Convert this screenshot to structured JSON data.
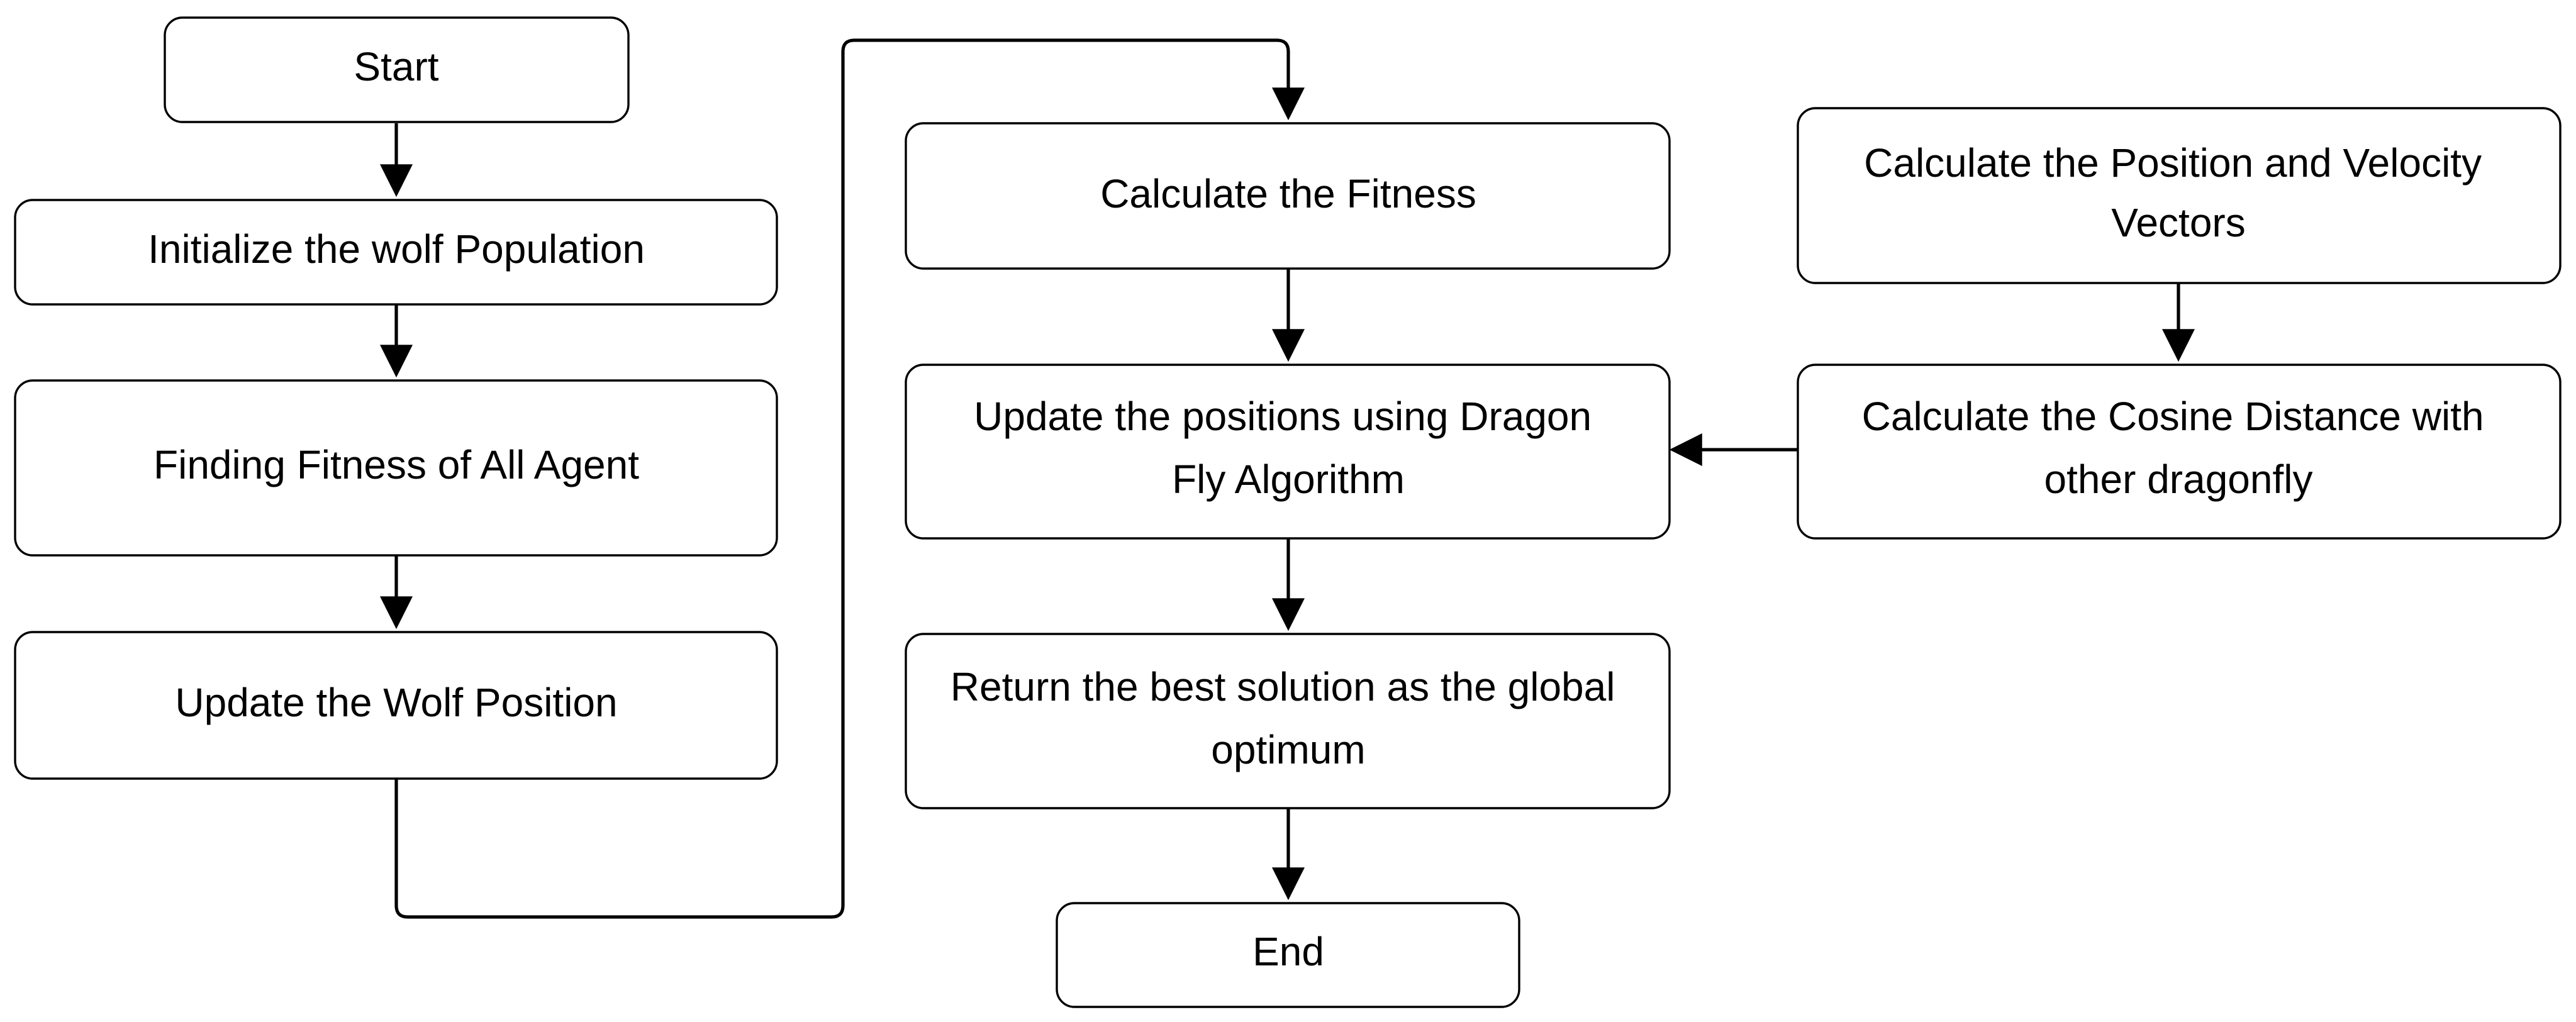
{
  "nodes": {
    "start": {
      "lines": [
        "Start"
      ]
    },
    "init": {
      "lines": [
        "Initialize the wolf Population"
      ]
    },
    "fitness_all": {
      "lines": [
        "Finding Fitness of All Agent"
      ]
    },
    "update_wolf": {
      "lines": [
        "Update the Wolf Position"
      ]
    },
    "calc_fitness": {
      "lines": [
        "Calculate the Fitness"
      ]
    },
    "update_dragon": {
      "lines": [
        "Update the positions using Dragon",
        "Fly Algorithm"
      ]
    },
    "return_best": {
      "lines": [
        "Return the best solution as the global",
        "optimum"
      ]
    },
    "end": {
      "lines": [
        "End"
      ]
    },
    "pos_vel": {
      "lines": [
        "Calculate the Position and Velocity",
        "Vectors"
      ]
    },
    "cosine": {
      "lines": [
        "Calculate the Cosine Distance with",
        "other dragonfly"
      ]
    }
  },
  "edges": [
    {
      "from": "start",
      "to": "init"
    },
    {
      "from": "init",
      "to": "fitness_all"
    },
    {
      "from": "fitness_all",
      "to": "update_wolf"
    },
    {
      "from": "update_wolf",
      "to": "calc_fitness"
    },
    {
      "from": "calc_fitness",
      "to": "update_dragon"
    },
    {
      "from": "update_dragon",
      "to": "return_best"
    },
    {
      "from": "return_best",
      "to": "end"
    },
    {
      "from": "pos_vel",
      "to": "cosine"
    },
    {
      "from": "cosine",
      "to": "update_dragon"
    }
  ],
  "colors": {
    "stroke": "#000000",
    "fill": "#ffffff",
    "text": "#000000"
  }
}
